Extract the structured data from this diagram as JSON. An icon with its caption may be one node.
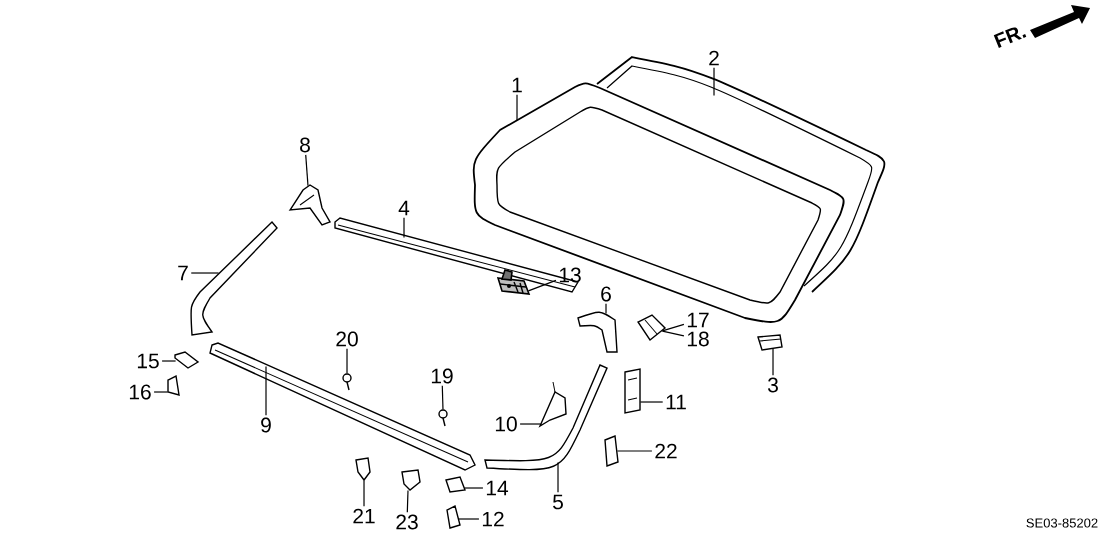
{
  "diagram": {
    "nodes": [
      {
        "text": [
          "2"
        ]
      },
      {
        "text": [],
        "shape": "picture"
      },
      {
        "text": [
          "1"
        ]
      },
      {
        "text": [],
        "shape": "picture"
      },
      {
        "text": [
          "8"
        ]
      },
      {
        "text": [],
        "shape": "picture"
      },
      {
        "text": [
          "4"
        ]
      },
      {
        "text": [],
        "shape": "picture"
      },
      {
        "text": [
          "7"
        ]
      },
      {
        "text": [],
        "shape": "picture"
      },
      {
        "text": [
          "13"
        ]
      },
      {
        "text": [],
        "shape": "picture"
      },
      {
        "text": [
          "6"
        ]
      },
      {
        "text": [],
        "shape": "picture"
      },
      {
        "text": [
          "17"
        ]
      },
      {
        "text": [
          "18"
        ]
      },
      {
        "text": [],
        "shape": "picture"
      },
      {
        "text": [
          "3"
        ]
      },
      {
        "text": [],
        "shape": "picture"
      },
      {
        "text": [
          "15"
        ]
      },
      {
        "text": [],
        "shape": "picture"
      },
      {
        "text": [
          "20"
        ]
      },
      {
        "text": [],
        "shape": "picture"
      },
      {
        "text": [
          "16"
        ]
      },
      {
        "text": [],
        "shape": "picture"
      },
      {
        "text": [
          "19"
        ]
      },
      {
        "text": [],
        "shape": "picture"
      },
      {
        "text": [
          "11"
        ]
      },
      {
        "text": [],
        "shape": "picture"
      },
      {
        "text": [
          "9"
        ]
      },
      {
        "text": [],
        "shape": "picture"
      },
      {
        "text": [
          "10"
        ]
      },
      {
        "text": [],
        "shape": "picture"
      },
      {
        "text": [
          "22"
        ]
      },
      {
        "text": [],
        "shape": "picture"
      },
      {
        "text": [
          "14"
        ]
      },
      {
        "text": [],
        "shape": "picture"
      },
      {
        "text": [
          "5"
        ]
      },
      {
        "text": [],
        "shape": "picture"
      },
      {
        "text": [
          "21"
        ]
      },
      {
        "text": [],
        "shape": "picture"
      },
      {
        "text": [
          "12"
        ]
      },
      {
        "text": [],
        "shape": "picture"
      },
      {
        "text": [
          "23"
        ]
      },
      {
        "text": [],
        "shape": "picture"
      }
    ],
    "edges": [
      {
        "from": 0,
        "to": 1,
        "arrow": "none"
      },
      {
        "from": 2,
        "to": 3,
        "arrow": "none"
      },
      {
        "from": 4,
        "to": 5,
        "arrow": "none"
      },
      {
        "from": 6,
        "to": 7,
        "arrow": "none"
      },
      {
        "from": 8,
        "to": 9,
        "arrow": "none"
      },
      {
        "from": 10,
        "to": 11,
        "arrow": "none"
      },
      {
        "from": 12,
        "to": 13,
        "arrow": "none"
      },
      {
        "from": 14,
        "to": 16,
        "arrow": "none"
      },
      {
        "from": 15,
        "to": 16,
        "arrow": "none"
      },
      {
        "from": 17,
        "to": 18,
        "arrow": "none"
      },
      {
        "from": 19,
        "to": 20,
        "arrow": "none"
      },
      {
        "from": 21,
        "to": 22,
        "arrow": "none"
      },
      {
        "from": 23,
        "to": 24,
        "arrow": "none"
      },
      {
        "from": 25,
        "to": 26,
        "arrow": "none"
      },
      {
        "from": 27,
        "to": 28,
        "arrow": "none"
      },
      {
        "from": 29,
        "to": 30,
        "arrow": "none"
      },
      {
        "from": 31,
        "to": 32,
        "arrow": "none"
      },
      {
        "from": 33,
        "to": 34,
        "arrow": "none"
      },
      {
        "from": 35,
        "to": 36,
        "arrow": "none"
      },
      {
        "from": 37,
        "to": 38,
        "arrow": "none"
      },
      {
        "from": 39,
        "to": 40,
        "arrow": "none"
      },
      {
        "from": 41,
        "to": 42,
        "arrow": "none"
      },
      {
        "from": 43,
        "to": 44,
        "arrow": "none"
      }
    ],
    "labels": [
      "FR.",
      "SE03-85202"
    ]
  }
}
